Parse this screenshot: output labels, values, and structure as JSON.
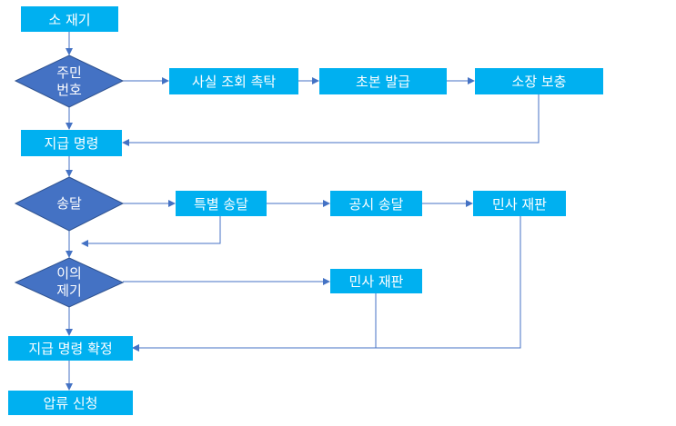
{
  "colors": {
    "box_fill": "#00B0F0",
    "decision_fill": "#4472C4",
    "decision_stroke": "#2F528F",
    "connector": "#4472C4",
    "text": "#FFFFFF"
  },
  "nodes": {
    "file_suit": "소 재기",
    "resident_no_line1": "주민",
    "resident_no_line2": "번호",
    "fact_inquiry": "사실 조회 촉탁",
    "abstract_issue": "초본 발급",
    "complaint_fix": "소장 보충",
    "payment_order": "지급 명령",
    "service": "송달",
    "special_service": "특별 송달",
    "public_service": "공시 송달",
    "civil_trial_1": "민사 재판",
    "objection_line1": "이의",
    "objection_line2": "제기",
    "civil_trial_2": "민사 재판",
    "order_final": "지급 명령 확정",
    "seizure": "압류 신청"
  }
}
